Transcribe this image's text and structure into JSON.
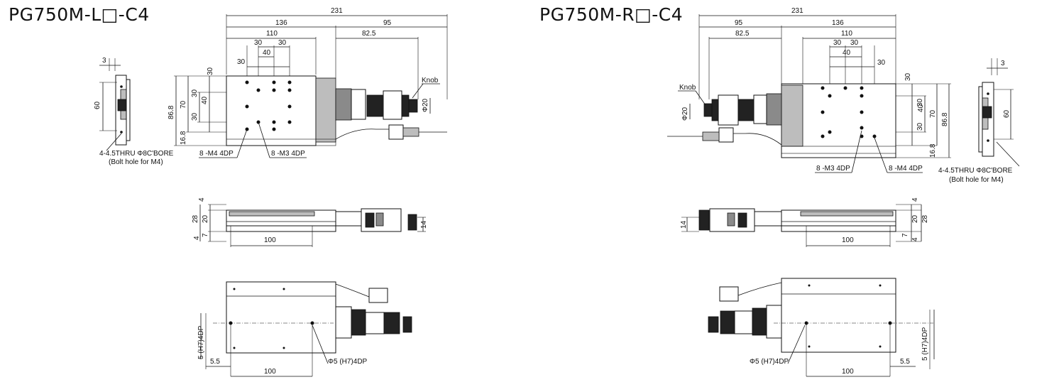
{
  "titles": {
    "left": "PG750M-L□-C4",
    "right": "PG750M-R□-C4"
  },
  "dims": {
    "d231": "231",
    "d136": "136",
    "d95": "95",
    "d110": "110",
    "d82_5": "82.5",
    "d30": "30",
    "d40": "40",
    "d86_8": "86.8",
    "d70": "70",
    "d16_8": "16.8",
    "d60": "60",
    "d3": "3",
    "d20": "20",
    "d28": "28",
    "d4": "4",
    "d7": "7",
    "d14": "14",
    "d100": "100",
    "d5_5": "5.5",
    "phi20": "Φ20"
  },
  "labels": {
    "knob": "Knob",
    "m4": "8 -M4 4DP",
    "m3": "8 -M3 4DP",
    "thru": "4-4.5THRU Φ8C'BORE",
    "bolt": "(Bolt hole for M4)",
    "pin_side": "Φ5 (H7)4DP",
    "pin_vert": "5 (H7)4DP"
  }
}
